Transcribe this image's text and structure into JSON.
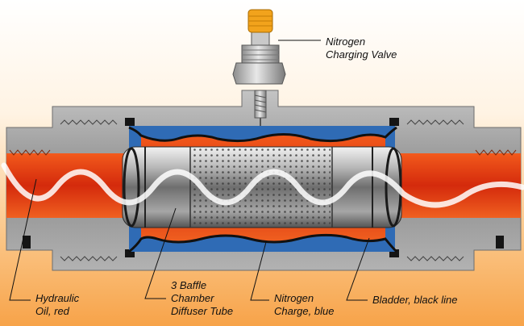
{
  "labels": {
    "nitrogen_valve": "Nitrogen\nCharging Valve",
    "hydraulic_oil": "Hydraulic\nOil, red",
    "diffuser_tube": "3 Baffle\nChamber\nDiffuser Tube",
    "nitrogen_charge": "Nitrogen\nCharge, blue",
    "bladder": "Bladder, black line"
  },
  "colors": {
    "hydraulic_oil": "#e83c12",
    "nitrogen_charge": "#2f6bb5",
    "bladder": "#111111",
    "steel_body": "#9a9a9a",
    "valve_cap": "#f2a31c"
  },
  "icons": {
    "valve": "charging-valve-icon",
    "tube": "diffuser-tube-icon"
  }
}
